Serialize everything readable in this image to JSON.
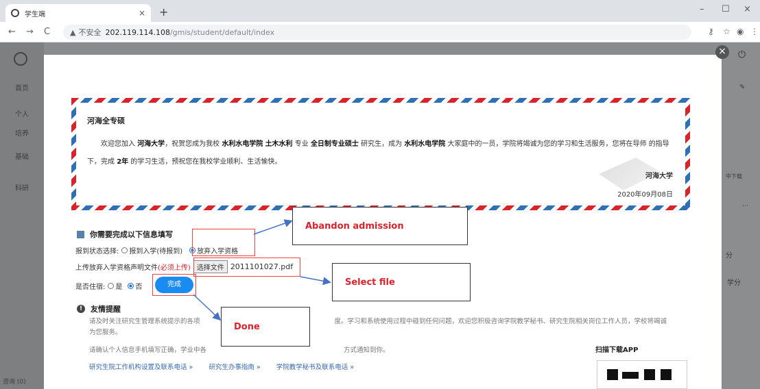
{
  "browser": {
    "tab_title": "学生端",
    "tab_close": "×",
    "new_tab": "+",
    "security": "不安全",
    "url_host": "202.119.114.108",
    "url_path": "/gmis/student/default/index",
    "back": "←",
    "forward": "→",
    "reload": "C",
    "minimize": "–",
    "maximize": "☐",
    "close": "×"
  },
  "sidebar": {
    "items": [
      "首页",
      "个人",
      "培养",
      "基础",
      "科研"
    ],
    "footer": "咨询 (0)"
  },
  "rightcol": {
    "download": "中下载",
    "score_unit": "分",
    "credit": "学分",
    "more": "···"
  },
  "letter": {
    "greeting": "河海全专硕",
    "p1": "欢迎您加入",
    "univ": "河海大学",
    "p2": "，祝贺您成为我校",
    "college": "水利水电学院",
    "major": "土木水利",
    "p3": "专业",
    "type": "全日制专业硕士",
    "p4": "研究生，成为",
    "college2": "水利水电学院",
    "p5": "大家庭中的一员，学院将竭诚为您的学习和生活服务，您将在导师",
    "p6": "的指导下，完成",
    "years": "2年",
    "p7": "的学习生活，预祝您在我校学业顺利、生活愉快。",
    "sign_univ": "河海大学",
    "sign_date": "2020年09月08日"
  },
  "form": {
    "title": "你需要完成以下信息填写",
    "status_label": "报到状态选择:",
    "opt_report": "报到入学(待报到)",
    "opt_abandon": "放弃入学资格",
    "upload_label": "上传放弃入学资格声明文件",
    "required": "(必须上传)",
    "file_button": "选择文件",
    "file_name": "2011101027.pdf",
    "dorm_label": "是否住宿:",
    "yes": "是",
    "no": "否",
    "done": "完成"
  },
  "tips": {
    "title": "友情提醒",
    "line1": "请及时关注研究生管理系统提示的各项",
    "line1b": "度。学习和系统使用过程中碰到任何问题，欢迎您积极咨询学院教学秘书、研究生院相关岗位工作人员，学校将竭诚",
    "line2": "为您服务。",
    "line3": "请确认个人信息手机填写正确，学业中各",
    "line3b": "方式通知到你。",
    "link1": "研究生院工作机构设置及联系电话 »",
    "link2": "研究生办事指南 »",
    "link3": "学院教学秘书及联系电话 »",
    "qr_label": "扫描下载APP"
  },
  "annotations": {
    "abandon": "Abandon admission",
    "select": "Select file",
    "done": "Done"
  },
  "colors": {
    "accent": "#1a8bf0",
    "annotation_red": "#e44444"
  }
}
